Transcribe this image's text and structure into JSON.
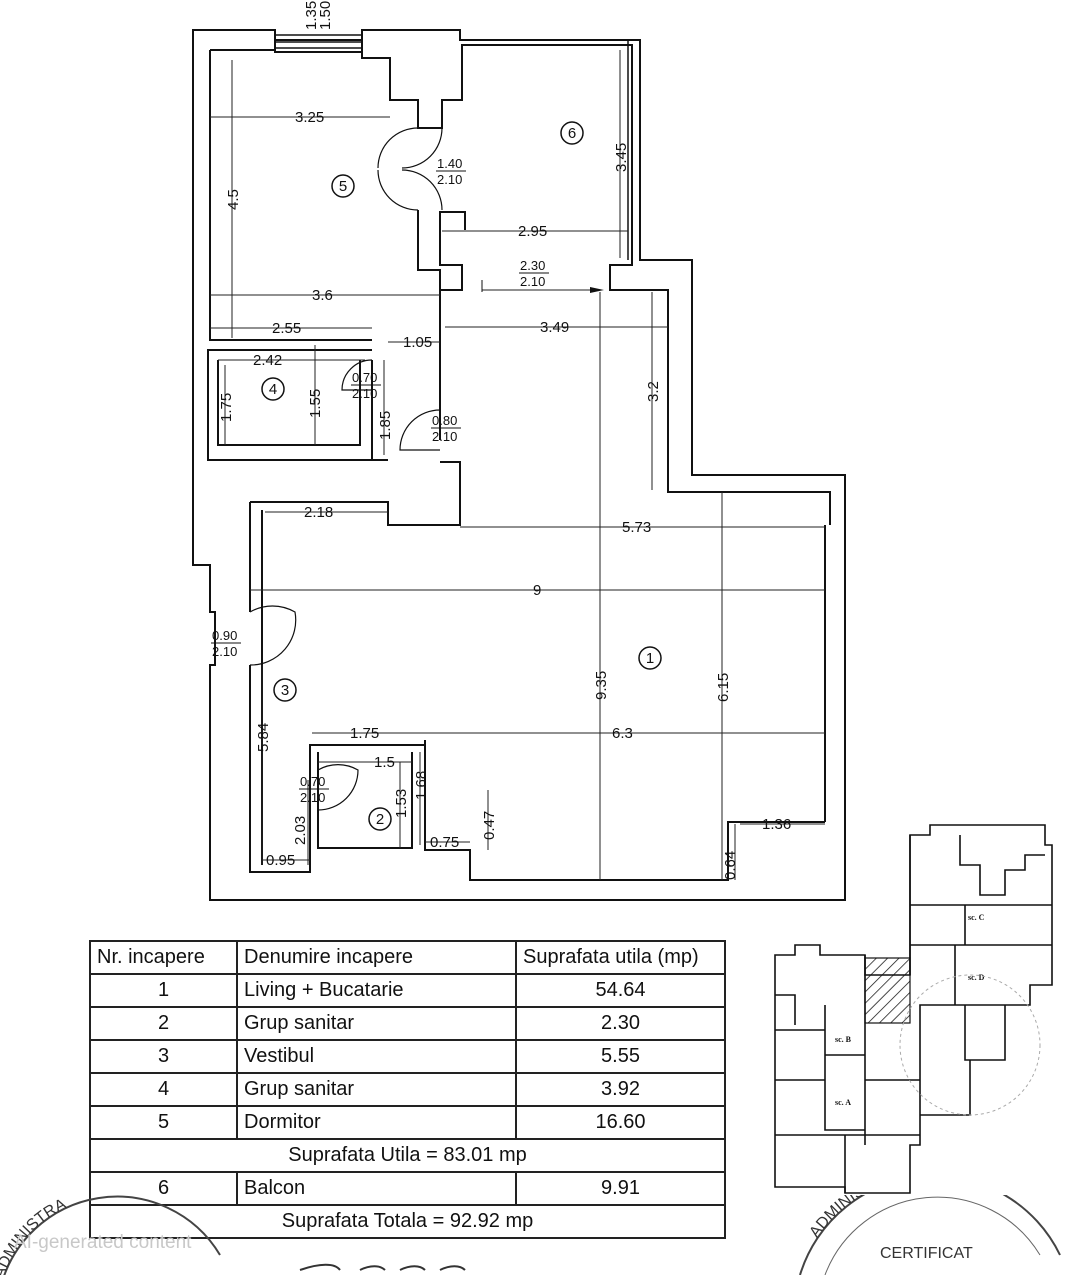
{
  "plan": {
    "rooms": [
      {
        "number": "1"
      },
      {
        "number": "2"
      },
      {
        "number": "3"
      },
      {
        "number": "4"
      },
      {
        "number": "5"
      },
      {
        "number": "6"
      }
    ],
    "dimensions": {
      "top_window": "1.35\n1.50",
      "d_3_25": "3.25",
      "d_4_5": "4.5",
      "d_3_45": "3.45",
      "d_2_95": "2.95",
      "d_3_6": "3.6",
      "d_2_55": "2.55",
      "d_1_05": "1.05",
      "d_3_49": "3.49",
      "d_2_42": "2.42",
      "d_1_75v": "1.75",
      "d_1_55": "1.55",
      "d_1_85": "1.85",
      "d_3_2": "3.2",
      "d_2_18": "2.18",
      "d_5_73": "5.73",
      "d_9": "9",
      "d_9_35": "9.35",
      "d_6_15": "6.15",
      "d_5_84": "5.84",
      "d_1_75h": "1.75",
      "d_6_3": "6.3",
      "d_1_5": "1.5",
      "d_1_53": "1.53",
      "d_1_68": "1.68",
      "d_2_03": "2.03",
      "d_0_47": "0.47",
      "d_0_75": "0.75",
      "d_0_95": "0.95",
      "d_1_36": "1.36",
      "d_0_64": "0.64"
    },
    "doors": [
      {
        "w": "1.40",
        "h": "2.10"
      },
      {
        "w": "2.30",
        "h": "2.10"
      },
      {
        "w": "0.70",
        "h": "2.10"
      },
      {
        "w": "0.80",
        "h": "2.10"
      },
      {
        "w": "0.90",
        "h": "2.10"
      },
      {
        "w": "0.70",
        "h": "2.10"
      }
    ]
  },
  "table": {
    "headers": [
      "Nr. incapere",
      "Denumire incapere",
      "Suprafata utila (mp)"
    ],
    "rows": [
      {
        "nr": "1",
        "name": "Living + Bucatarie",
        "area": "54.64"
      },
      {
        "nr": "2",
        "name": "Grup sanitar",
        "area": "2.30"
      },
      {
        "nr": "3",
        "name": "Vestibul",
        "area": "5.55"
      },
      {
        "nr": "4",
        "name": "Grup sanitar",
        "area": "3.92"
      },
      {
        "nr": "5",
        "name": "Dormitor",
        "area": "16.60"
      }
    ],
    "utila_total": "Suprafata Utila =  83.01 mp",
    "balcony": {
      "nr": "6",
      "name": "Balcon",
      "area": "9.91"
    },
    "totala": "Suprafata Totala =  92.92 mp"
  },
  "site_plan": {
    "sections": [
      "sc. C",
      "sc. D",
      "sc. B",
      "sc. A"
    ]
  },
  "stamps": {
    "left_arc": "ADMINISTRA",
    "right_arc": "ADMINISTRAȚIEI ȘI INT",
    "right_text": "CERTIFICAT"
  },
  "watermark": "AI-generated content"
}
